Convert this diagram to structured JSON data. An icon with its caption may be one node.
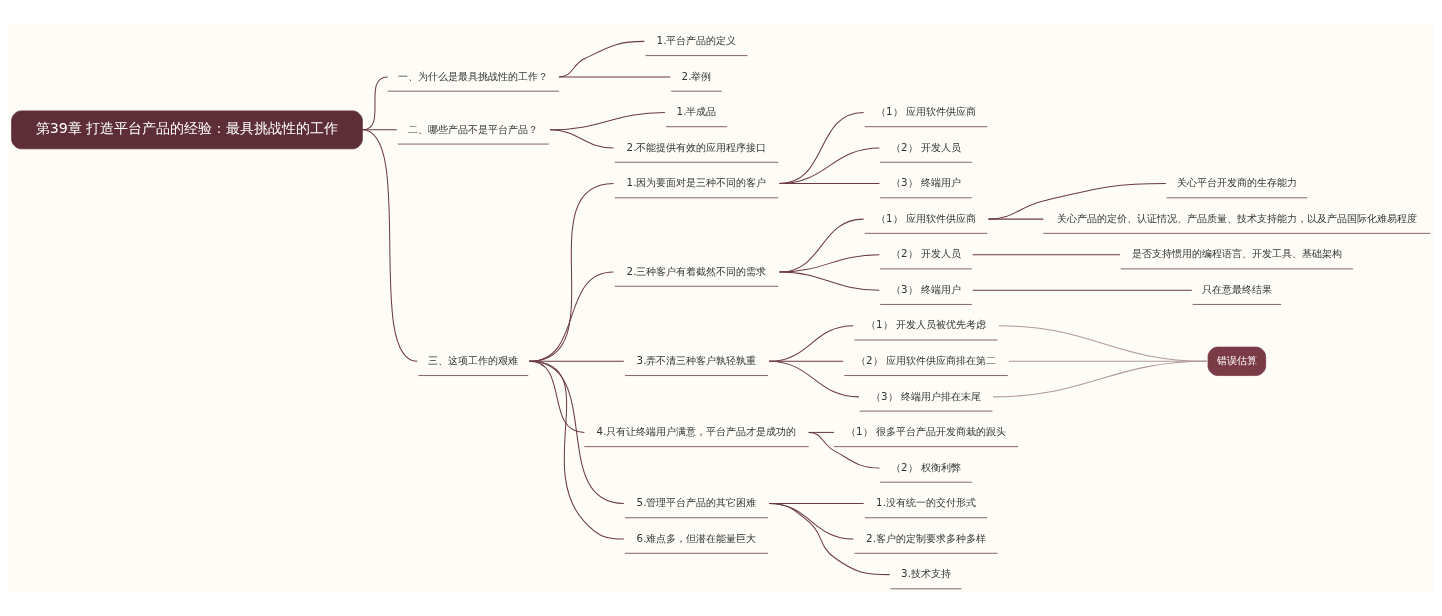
{
  "diagram": {
    "nodes": [
      {
        "text": [
          "第39章 打造平台产品的经验：最具挑战性的工作"
        ]
      },
      {
        "text": [
          "一、为什么是最具挑战性的工作？"
        ]
      },
      {
        "text": [
          "1.平台产品的定义"
        ]
      },
      {
        "text": [
          "2.举例"
        ]
      },
      {
        "text": [
          "二、哪些产品不是平台产品？"
        ]
      },
      {
        "text": [
          "1.半成品"
        ]
      },
      {
        "text": [
          "2.不能提供有效的应用程序接口"
        ]
      },
      {
        "text": [
          "三、这项工作的艰难"
        ]
      },
      {
        "text": [
          "1.因为要面对是三种不同的客户"
        ]
      },
      {
        "text": [
          "（1） 应用软件供应商"
        ]
      },
      {
        "text": [
          "（2） 开发人员"
        ]
      },
      {
        "text": [
          "（3） 终端用户"
        ]
      },
      {
        "text": [
          "2.三种客户有着截然不同的需求"
        ]
      },
      {
        "text": [
          "（1） 应用软件供应商"
        ]
      },
      {
        "text": [
          "关心平台开发商的生存能力"
        ]
      },
      {
        "text": [
          "关心产品的定价、认证情况、产品质量、技术支持能力，以及产品国际化难易程度"
        ]
      },
      {
        "text": [
          "（2） 开发人员"
        ]
      },
      {
        "text": [
          "是否支持惯用的编程语言、开发工具、基础架构"
        ]
      },
      {
        "text": [
          "（3） 终端用户"
        ]
      },
      {
        "text": [
          "只在意最终结果"
        ]
      },
      {
        "text": [
          "3.弄不清三种客户孰轻孰重"
        ]
      },
      {
        "text": [
          "（1） 开发人员被优先考虑"
        ]
      },
      {
        "text": [
          "（2） 应用软件供应商排在第二"
        ]
      },
      {
        "text": [
          "（3） 终端用户排在末尾"
        ]
      },
      {
        "text": [
          "错误估算"
        ]
      },
      {
        "text": [
          "4.只有让终端用户满意，平台产品才是成功的"
        ]
      },
      {
        "text": [
          "（1） 很多平台产品开发商栽的跟头"
        ]
      },
      {
        "text": [
          "（2） 权衡利弊"
        ]
      },
      {
        "text": [
          "5.管理平台产品的其它困难"
        ]
      },
      {
        "text": [
          "1.没有统一的交付形式"
        ]
      },
      {
        "text": [
          "2.客户的定制要求多种多样"
        ]
      },
      {
        "text": [
          "3.技术支持"
        ]
      },
      {
        "text": [
          "6.难点多，但潜在能量巨大"
        ]
      }
    ],
    "edges": [
      {
        "from": 0,
        "to": 1,
        "arrow": "none"
      },
      {
        "from": 1,
        "to": 2,
        "arrow": "none"
      },
      {
        "from": 1,
        "to": 3,
        "arrow": "none"
      },
      {
        "from": 0,
        "to": 4,
        "arrow": "none"
      },
      {
        "from": 4,
        "to": 5,
        "arrow": "none"
      },
      {
        "from": 4,
        "to": 6,
        "arrow": "none"
      },
      {
        "from": 0,
        "to": 7,
        "arrow": "none"
      },
      {
        "from": 7,
        "to": 8,
        "arrow": "none"
      },
      {
        "from": 8,
        "to": 9,
        "arrow": "none"
      },
      {
        "from": 8,
        "to": 10,
        "arrow": "none"
      },
      {
        "from": 8,
        "to": 11,
        "arrow": "none"
      },
      {
        "from": 7,
        "to": 12,
        "arrow": "none"
      },
      {
        "from": 12,
        "to": 13,
        "arrow": "none"
      },
      {
        "from": 13,
        "to": 14,
        "arrow": "none"
      },
      {
        "from": 13,
        "to": 15,
        "arrow": "none"
      },
      {
        "from": 12,
        "to": 16,
        "arrow": "none"
      },
      {
        "from": 16,
        "to": 17,
        "arrow": "none"
      },
      {
        "from": 12,
        "to": 18,
        "arrow": "none"
      },
      {
        "from": 18,
        "to": 19,
        "arrow": "none"
      },
      {
        "from": 7,
        "to": 20,
        "arrow": "none"
      },
      {
        "from": 20,
        "to": 21,
        "arrow": "none"
      },
      {
        "from": 20,
        "to": 22,
        "arrow": "none"
      },
      {
        "from": 20,
        "to": 23,
        "arrow": "none"
      },
      {
        "from": 21,
        "to": 24,
        "arrow": "none",
        "color": "#b09a9a"
      },
      {
        "from": 22,
        "to": 24,
        "arrow": "none",
        "color": "#b09a9a"
      },
      {
        "from": 23,
        "to": 24,
        "arrow": "none",
        "color": "#b09a9a"
      },
      {
        "from": 7,
        "to": 25,
        "arrow": "none"
      },
      {
        "from": 25,
        "to": 26,
        "arrow": "none"
      },
      {
        "from": 25,
        "to": 27,
        "arrow": "none"
      },
      {
        "from": 7,
        "to": 28,
        "arrow": "none"
      },
      {
        "from": 28,
        "to": 29,
        "arrow": "none"
      },
      {
        "from": 28,
        "to": 30,
        "arrow": "none"
      },
      {
        "from": 28,
        "to": 31,
        "arrow": "none"
      },
      {
        "from": 7,
        "to": 32,
        "arrow": "none"
      }
    ]
  }
}
